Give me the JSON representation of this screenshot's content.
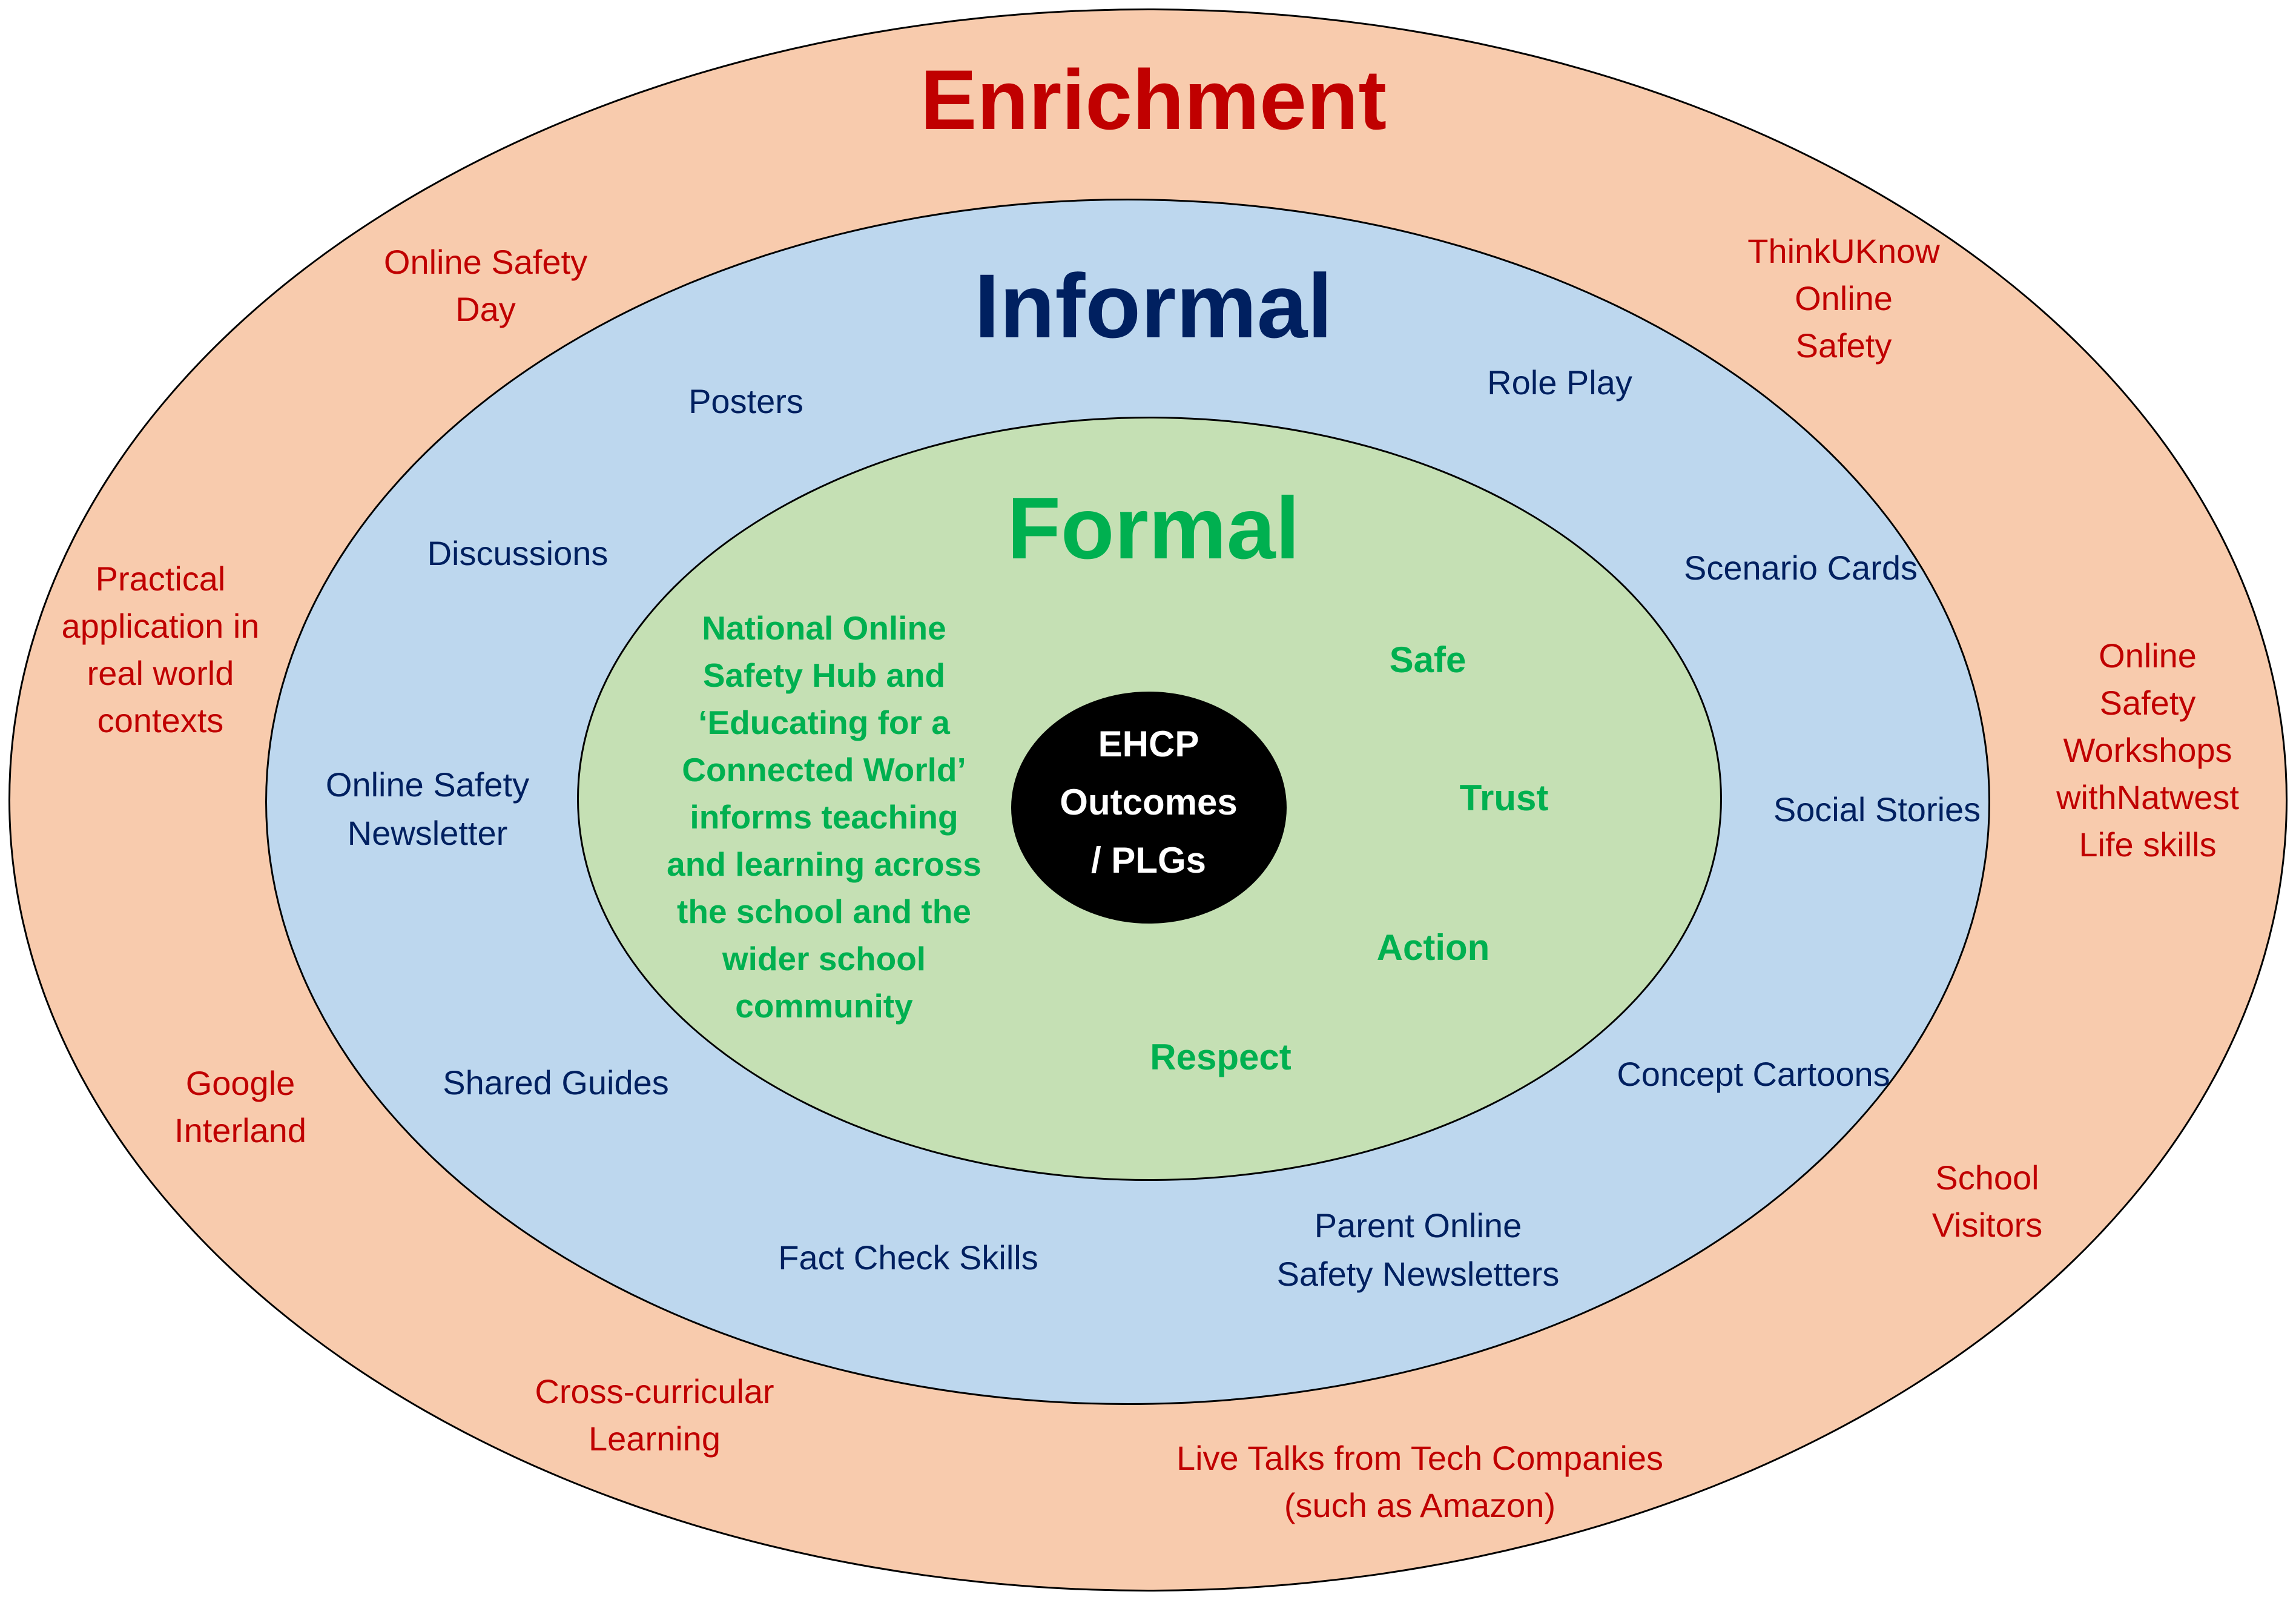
{
  "diagram": {
    "rings": {
      "enrichment": {
        "title": "Enrichment",
        "fill": "#f8cbad",
        "text_color": "#c00000"
      },
      "informal": {
        "title": "Informal",
        "fill": "#bdd7ee",
        "text_color": "#002060"
      },
      "formal": {
        "title": "Formal",
        "fill": "#c5e0b4",
        "text_color": "#00b050"
      }
    },
    "center": {
      "text": "EHCP\nOutcomes\n/ PLGs",
      "fill": "#000000",
      "text_color": "#ffffff"
    },
    "enrichment_items": [
      "Online Safety\nDay",
      "ThinkUKnow\nOnline\nSafety",
      "Practical\napplication in\nreal world\ncontexts",
      "Online Safety\nWorkshops\nwithNatwest\nLife skills",
      "Google\nInterland",
      "School\nVisitors",
      "Cross-curricular\nLearning",
      "Live Talks from Tech Companies\n(such as Amazon)"
    ],
    "informal_items": [
      "Posters",
      "Role Play",
      "Discussions",
      "Scenario Cards",
      "Online Safety\nNewsletter",
      "Social Stories",
      "Shared Guides",
      "Concept Cartoons",
      "Fact Check Skills",
      "Parent Online\nSafety Newsletters"
    ],
    "formal_description": "National Online\nSafety Hub and\n‘Educating for a\nConnected World’\ninforms teaching\nand learning across\nthe school and the\nwider school\ncommunity",
    "formal_values": [
      "Safe",
      "Trust",
      "Action",
      "Respect"
    ]
  }
}
